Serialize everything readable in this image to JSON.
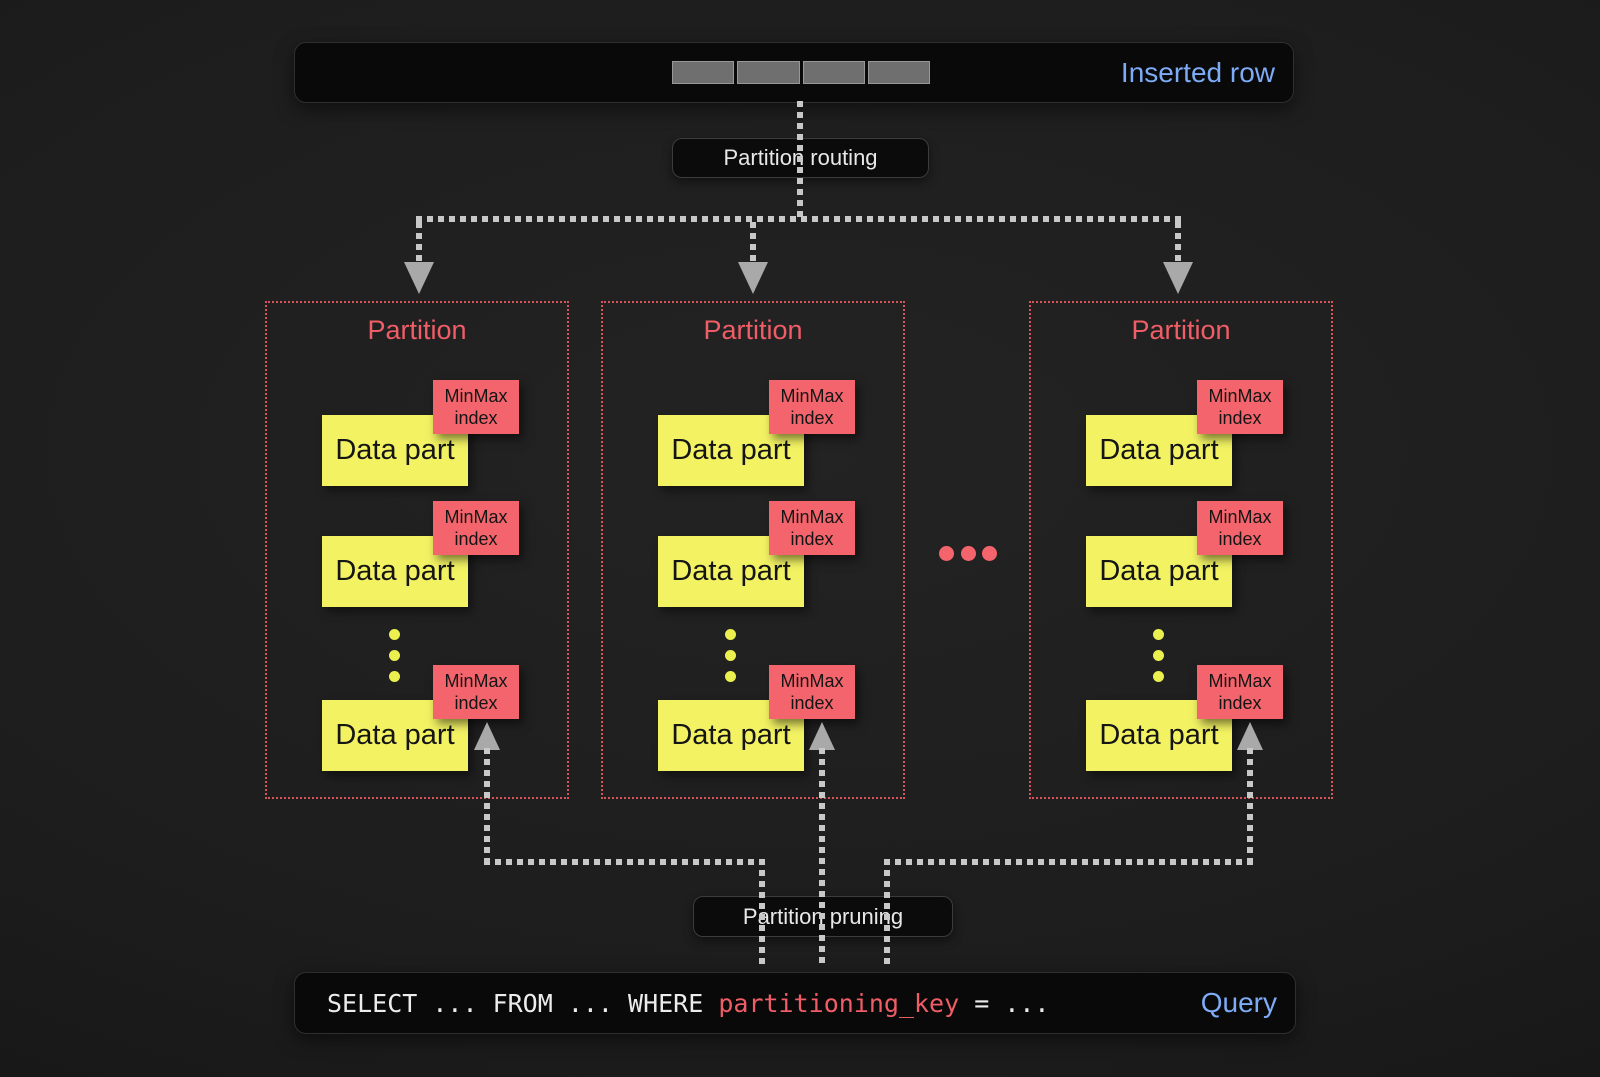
{
  "colors": {
    "background": "#1d1d1d",
    "panel": "#090909",
    "accent_blue": "#7dabf5",
    "accent_red": "#ef5d66",
    "badge_red": "#f3646c",
    "data_part_yellow": "#f2f263",
    "line_gray": "#c8c8c8",
    "segment_gray": "#6f6f6f"
  },
  "inserted_row": {
    "label": "Inserted row",
    "segment_count": 4
  },
  "flow_labels": {
    "routing": "Partition routing",
    "pruning": "Partition pruning"
  },
  "partitions": [
    {
      "title": "Partition",
      "parts": [
        {
          "label": "Data part",
          "index_label": "MinMax index"
        },
        {
          "label": "Data part",
          "index_label": "MinMax index"
        },
        {
          "label": "Data part",
          "index_label": "MinMax index"
        }
      ]
    },
    {
      "title": "Partition",
      "parts": [
        {
          "label": "Data part",
          "index_label": "MinMax index"
        },
        {
          "label": "Data part",
          "index_label": "MinMax index"
        },
        {
          "label": "Data part",
          "index_label": "MinMax index"
        }
      ]
    },
    {
      "title": "Partition",
      "parts": [
        {
          "label": "Data part",
          "index_label": "MinMax index"
        },
        {
          "label": "Data part",
          "index_label": "MinMax index"
        },
        {
          "label": "Data part",
          "index_label": "MinMax index"
        }
      ]
    }
  ],
  "more_partitions_ellipsis": "...",
  "query": {
    "prefix": "SELECT ... FROM ... WHERE ",
    "keyword": "partitioning_key",
    "suffix": " = ...",
    "label": "Query"
  }
}
